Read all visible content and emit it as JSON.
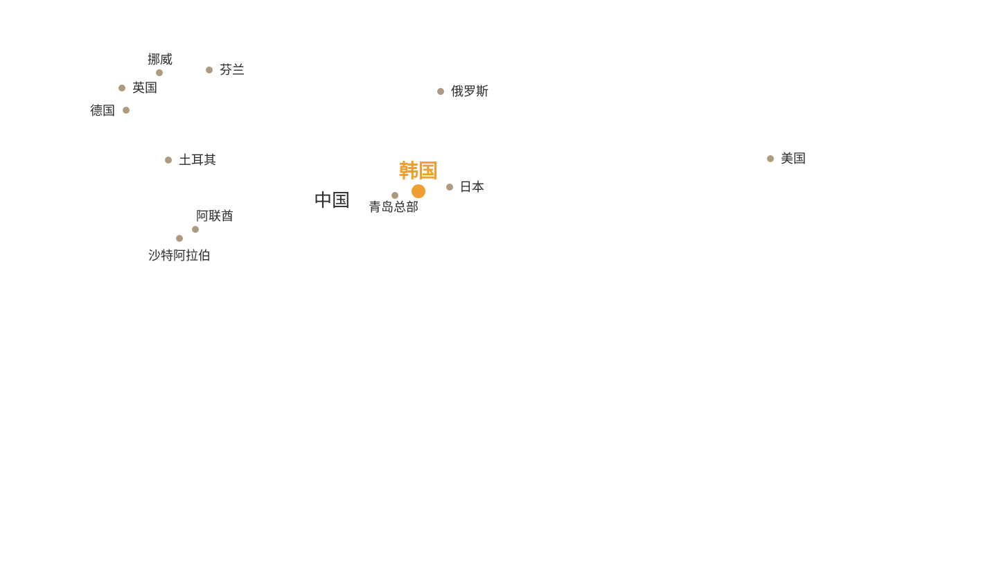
{
  "colors": {
    "marker": "#b09a7f",
    "highlight": "#ee9f2f",
    "label": "#2b2b2b"
  },
  "map": {
    "region_label": "中国",
    "highlight": {
      "name": "韩国"
    },
    "cities": [
      {
        "name": "挪威"
      },
      {
        "name": "芬兰"
      },
      {
        "name": "英国"
      },
      {
        "name": "德国"
      },
      {
        "name": "俄罗斯"
      },
      {
        "name": "土耳其"
      },
      {
        "name": "美国"
      },
      {
        "name": "日本"
      },
      {
        "name": "青岛总部"
      },
      {
        "name": "阿联酋"
      },
      {
        "name": "沙特阿拉伯"
      }
    ]
  }
}
